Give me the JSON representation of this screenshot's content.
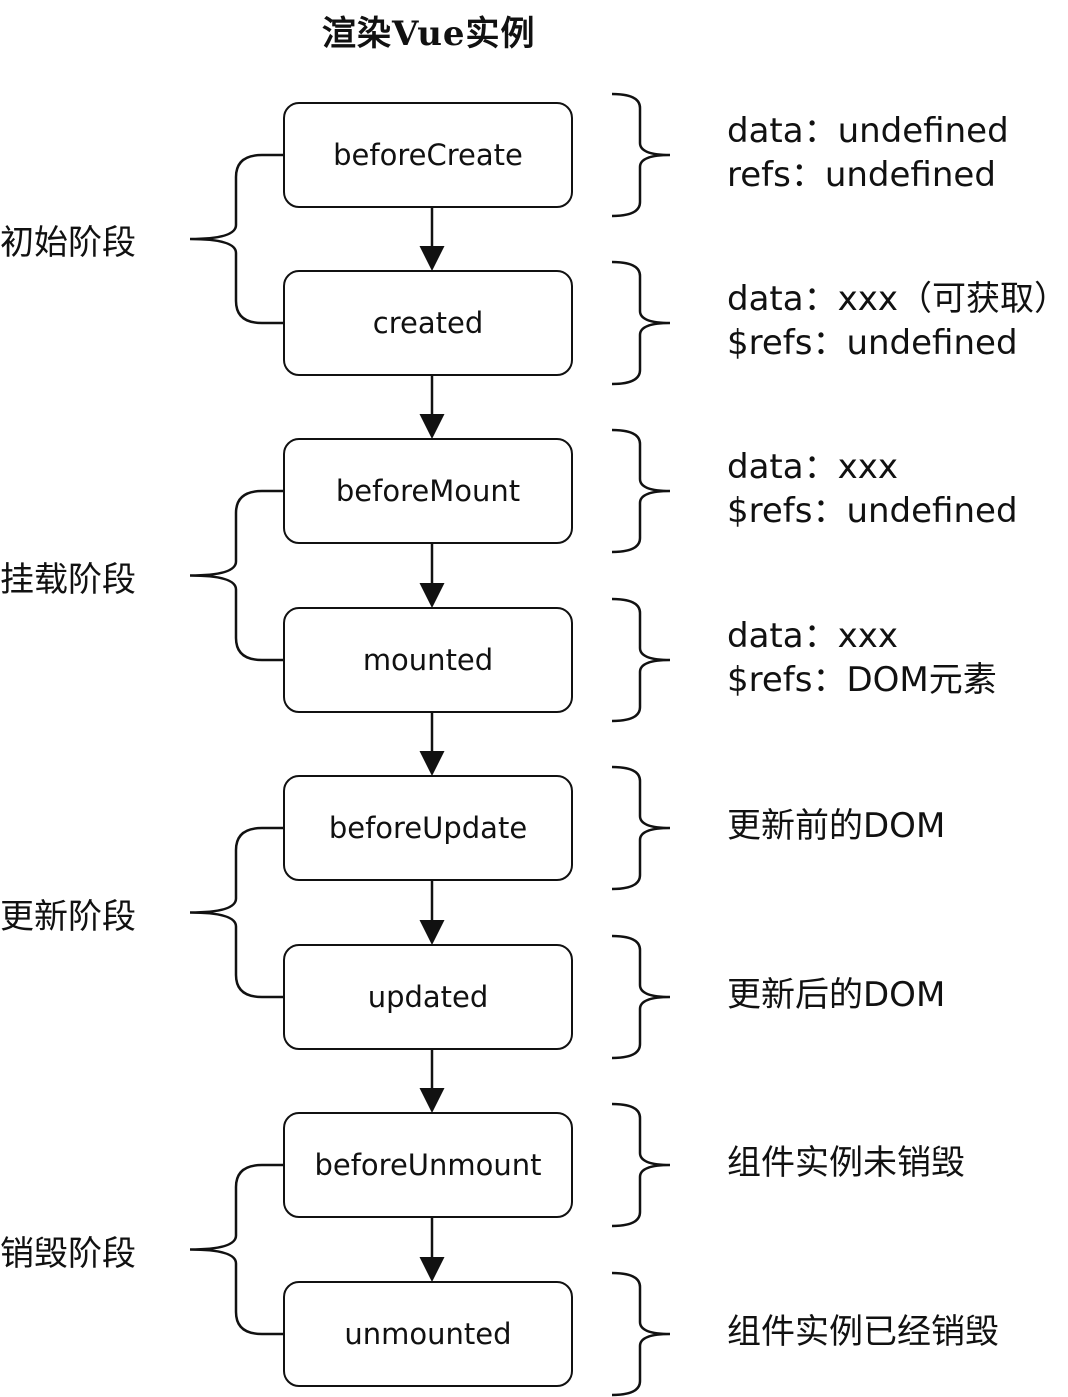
{
  "title": "渲染Vue实例",
  "hooks": [
    {
      "name": "beforeCreate",
      "notes": [
        "data：undefined",
        "refs：undefined"
      ]
    },
    {
      "name": "created",
      "notes": [
        "data：xxx（可获取）",
        "$refs：undefined"
      ]
    },
    {
      "name": "beforeMount",
      "notes": [
        "data：xxx",
        "$refs：undefined"
      ]
    },
    {
      "name": "mounted",
      "notes": [
        "data：xxx",
        "$refs：DOM元素"
      ]
    },
    {
      "name": "beforeUpdate",
      "notes": [
        "更新前的DOM"
      ]
    },
    {
      "name": "updated",
      "notes": [
        "更新后的DOM"
      ]
    },
    {
      "name": "beforeUnmount",
      "notes": [
        "组件实例未销毁"
      ]
    },
    {
      "name": "unmounted",
      "notes": [
        "组件实例已经销毁"
      ]
    }
  ],
  "phases": [
    "初始阶段",
    "挂载阶段",
    "更新阶段",
    "销毁阶段"
  ]
}
